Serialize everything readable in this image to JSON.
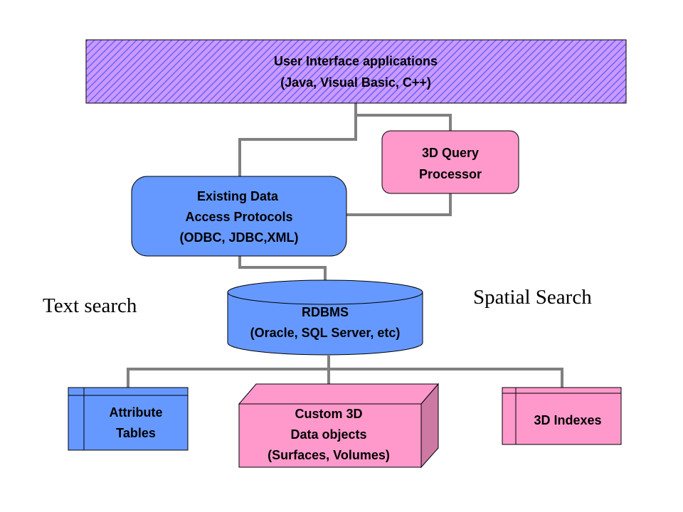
{
  "ui_layer": {
    "line1": "User Interface applications",
    "line2": "(Java, Visual Basic, C++)"
  },
  "query_processor": {
    "line1": "3D Query",
    "line2": "Processor"
  },
  "access_protocols": {
    "line1": "Existing Data",
    "line2": "Access Protocols",
    "line3": "(ODBC, JDBC,XML)"
  },
  "rdbms": {
    "line1": "RDBMS",
    "line2": "(Oracle, SQL Server, etc)"
  },
  "attribute_tables": {
    "line1": "Attribute",
    "line2": "Tables"
  },
  "custom_objects": {
    "line1": "Custom 3D",
    "line2": "Data objects",
    "line3": "(Surfaces, Volumes)"
  },
  "indexes": {
    "line1": "3D Indexes"
  },
  "annotations": {
    "text_search": "Text search",
    "spatial_search": "Spatial Search"
  },
  "colors": {
    "ui_fill": "#cc99ff",
    "ui_hatch": "#6666ff",
    "pink": "#ff99cc",
    "pink_dark": "#cc7aa3",
    "blue": "#6699ff",
    "connector": "#808080"
  }
}
